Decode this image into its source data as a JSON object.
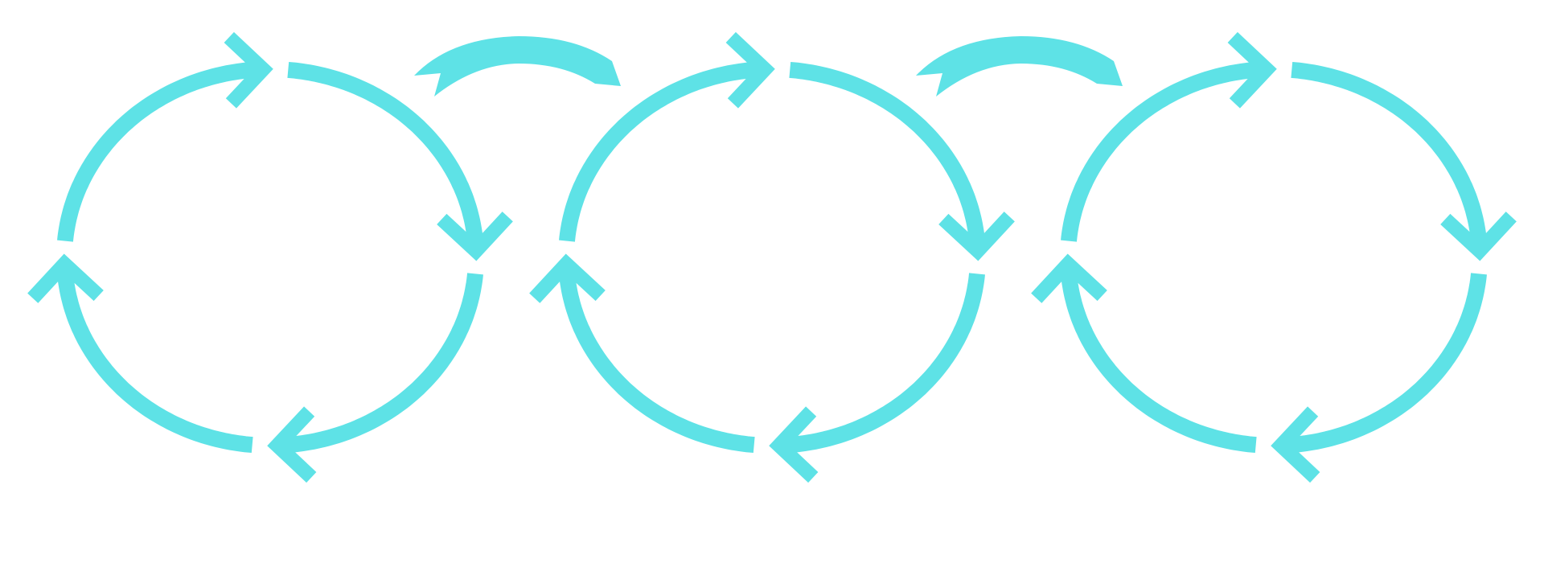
{
  "diagram": {
    "type": "cycle-arrows",
    "cycle_count": 3,
    "arrows_per_cycle": 4,
    "direction": "clockwise",
    "connector_count": 2,
    "colors": {
      "arrow": "#5ee2e6",
      "background": "#ffffff"
    }
  }
}
